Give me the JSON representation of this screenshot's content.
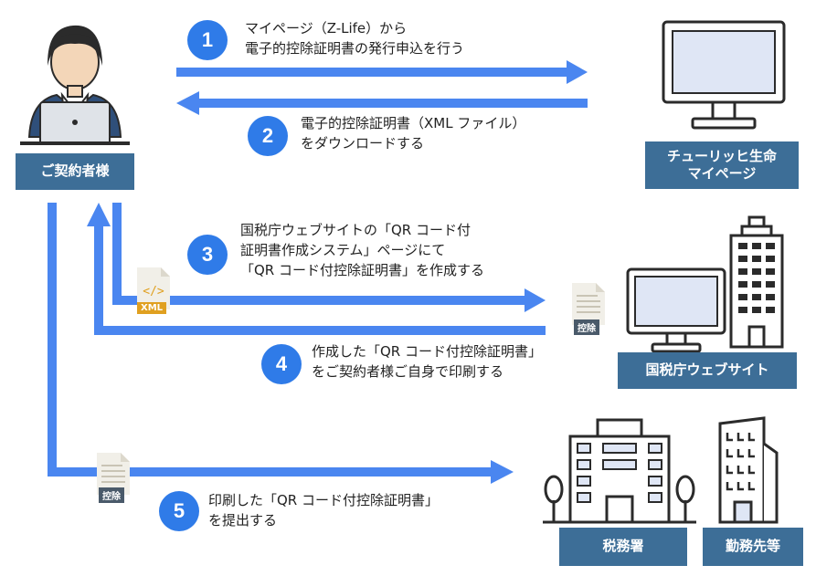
{
  "nodes": {
    "user": "ご契約者様",
    "mypage": "チューリッヒ生命\nマイページ",
    "nta": "国税庁ウェブサイト",
    "tax_office": "税務署",
    "workplace": "勤務先等"
  },
  "steps": [
    {
      "num": "1",
      "text": "マイページ（Z-Life）から\n電子的控除証明書の発行申込を行う"
    },
    {
      "num": "2",
      "text": "電子的控除証明書（XML ファイル）\nをダウンロードする"
    },
    {
      "num": "3",
      "text": "国税庁ウェブサイトの「QR コード付\n証明書作成システム」ページにて\n「QR コード付控除証明書」を作成する"
    },
    {
      "num": "4",
      "text": "作成した「QR コード付控除証明書」\nをご契約者様ご自身で印刷する"
    },
    {
      "num": "5",
      "text": "印刷した「QR コード付控除証明書」\nを提出する"
    }
  ],
  "doc_tags": {
    "xml": "XML",
    "kojo_a": "控除",
    "kojo_b": "控除"
  },
  "colors": {
    "arrow": "#4a86f0",
    "circle": "#2f7be8",
    "label_bg": "#3d6e97"
  }
}
